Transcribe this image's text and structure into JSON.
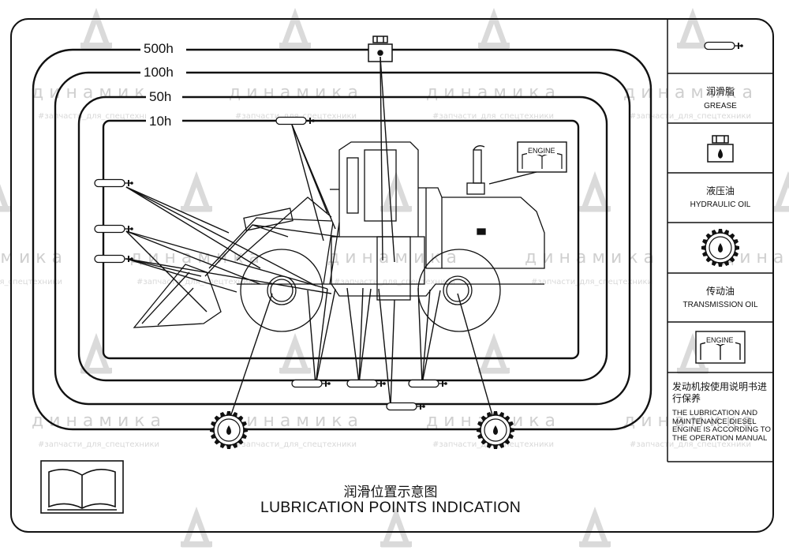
{
  "diagram": {
    "intervals": [
      "500h",
      "100h",
      "50h",
      "10h"
    ],
    "engine_badge": "ENGINE",
    "title_cn": "润滑位置示意图",
    "title_en": "LUBRICATION POINTS INDICATION"
  },
  "legend": {
    "grease_cn": "润滑脂",
    "grease_en": "GREASE",
    "hydraulic_cn": "液压油",
    "hydraulic_en": "HYDRAULIC OIL",
    "transmission_cn": "传动油",
    "transmission_en": "TRANSMISSION OIL",
    "engine_badge": "ENGINE",
    "engine_note_cn": "发动机按使用说明书进行保养",
    "engine_note_en": "THE LUBRICATION AND MAINTENANCE DIESEL ENGINE IS ACCORDING TO THE OPERATION MANUAL"
  },
  "watermark": {
    "brand": "динамика",
    "tagline": "#запчасти_для_спецтехники"
  },
  "colors": {
    "ink": "#111111",
    "watermark": "#cfcfcf"
  }
}
